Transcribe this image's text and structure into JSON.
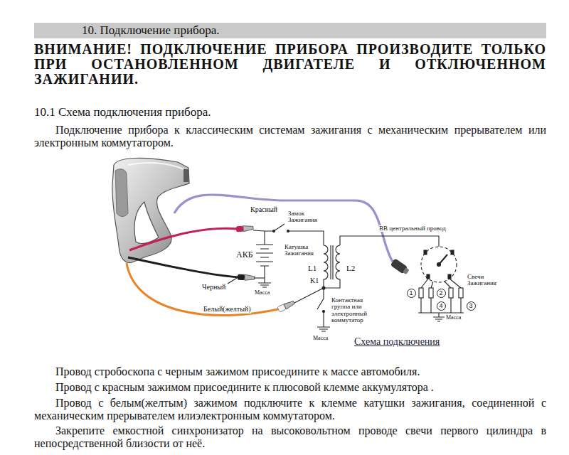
{
  "diagram": {
    "title": "10. Подключение прибора.",
    "caption": "Схема подключения",
    "labels": [
      "ВНИМАНИЕ! ПОДКЛЮЧЕНИЕ ПРИБОРА ПРОИЗВОДИТЕ ТОЛЬКО ПРИ ОСТАНОВЛЕННОМ ДВИГАТЕЛЕ И ОТКЛЮЧЕННОМ ЗАЖИГАНИИ.",
      "10.1 Схема подключения прибора.",
      "Подключение прибора к классическим системам зажигания с механическим прерывателем или электронным коммутатором.",
      "Красный",
      "Замок Зажигания",
      "АКБ",
      "Катушка Зажигания",
      "L1",
      "L2",
      "ВВ центральный провод",
      "Черный",
      "Масса",
      "K1",
      "Белый(желтый)",
      "Контактная группа или электронный коммутатор",
      "Масса",
      "Свечи Зажигания",
      "1",
      "2",
      "4",
      "3",
      "Масса",
      "Провод стробоскопа с черным зажимом присоедините к массе автомобиля.",
      "Провод с красным зажимом присоедините к плюсовой клемме аккумулятора .",
      "Провод с белым(желтым) зажимом подключите к клемме катушки зажигания, соединенной с механическим прерывателем илиэлектронным коммутатором.",
      "Закрепите емкостной синхронизатор на высоковольтном проводе свечи первого цилиндра в непосредственной близости от неё."
    ]
  }
}
